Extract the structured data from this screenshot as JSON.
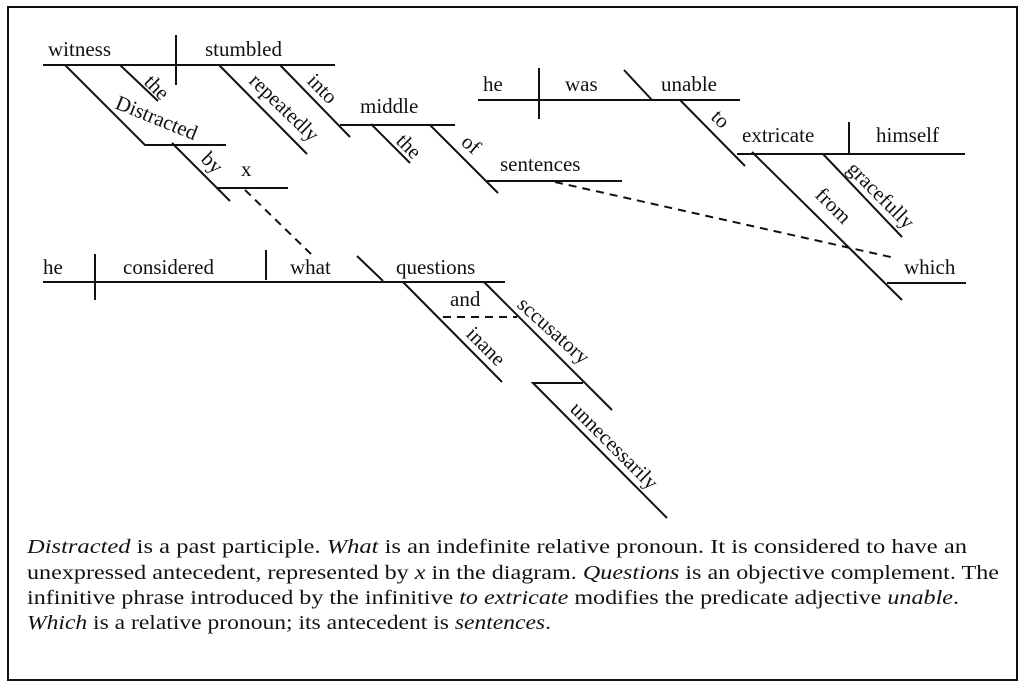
{
  "diagram": {
    "clause1": {
      "subject": "witness",
      "verb": "stumbled",
      "the1": "the",
      "distracted": "Distracted",
      "by": "by",
      "x": "x",
      "repeatedly": "repeatedly",
      "into": "into",
      "middle": "middle",
      "the2": "the",
      "of": "of",
      "sentences": "sentences"
    },
    "clause2": {
      "subject": "he",
      "verb": "was",
      "complement": "unable",
      "to": "to",
      "extricate": "extricate",
      "himself": "himself",
      "gracefully": "gracefully",
      "from": "from",
      "which": "which"
    },
    "clause3": {
      "subject": "he",
      "verb": "considered",
      "object": "what",
      "complement": "questions",
      "and": "and",
      "inane": "inane",
      "accusatory": "sccusatory",
      "unnecessarily": "unnecessarily"
    }
  },
  "caption": {
    "l1": [
      "Distracted",
      " is a past participle. ",
      "What",
      " is an indefinite relative pronoun. It is considered to have an"
    ],
    "l2": [
      "unexpressed antecedent, represented by ",
      "x",
      " in the diagram. ",
      "Questions",
      " is an objective complement. The"
    ],
    "l3": [
      "infinitive phrase introduced by the infinitive ",
      "to extricate",
      " modifies the predicate adjective ",
      "unable",
      "."
    ],
    "l4": [
      "Which",
      " is a relative pronoun; its antecedent is ",
      "sentences",
      "."
    ]
  }
}
